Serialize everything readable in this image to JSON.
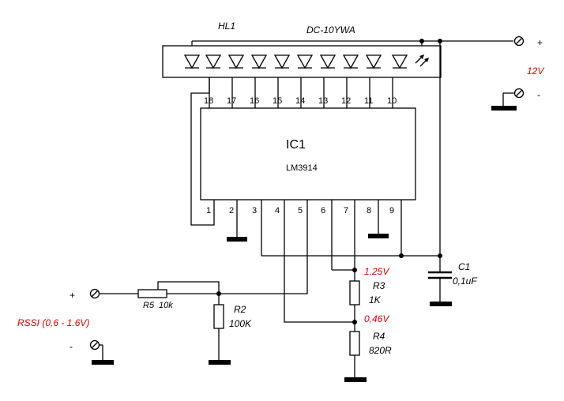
{
  "colors": {
    "wire": "#000000",
    "accent": "#e00000"
  },
  "display": {
    "ref": "HL1",
    "part": "DC-10YWA"
  },
  "ic": {
    "ref": "IC1",
    "part": "LM3914"
  },
  "pins_top": [
    "18",
    "17",
    "16",
    "15",
    "14",
    "13",
    "12",
    "11",
    "10"
  ],
  "pins_bottom": [
    "1",
    "2",
    "3",
    "4",
    "5",
    "6",
    "7",
    "8",
    "9"
  ],
  "supply": {
    "plus": "+",
    "minus": "-",
    "voltage": "12V"
  },
  "input": {
    "plus": "+",
    "minus": "-",
    "label": "RSSI  (0,6 - 1.6V)"
  },
  "components": {
    "r5": {
      "ref": "R5",
      "value": "10k"
    },
    "r2": {
      "ref": "R2",
      "value": "100K"
    },
    "r3": {
      "ref": "R3",
      "value": "1K"
    },
    "r4": {
      "ref": "R4",
      "value": "820R"
    },
    "c1": {
      "ref": "C1",
      "value": "0,1uF"
    }
  },
  "annotations": {
    "v_high": "1,25V",
    "v_low": "0,46V"
  }
}
